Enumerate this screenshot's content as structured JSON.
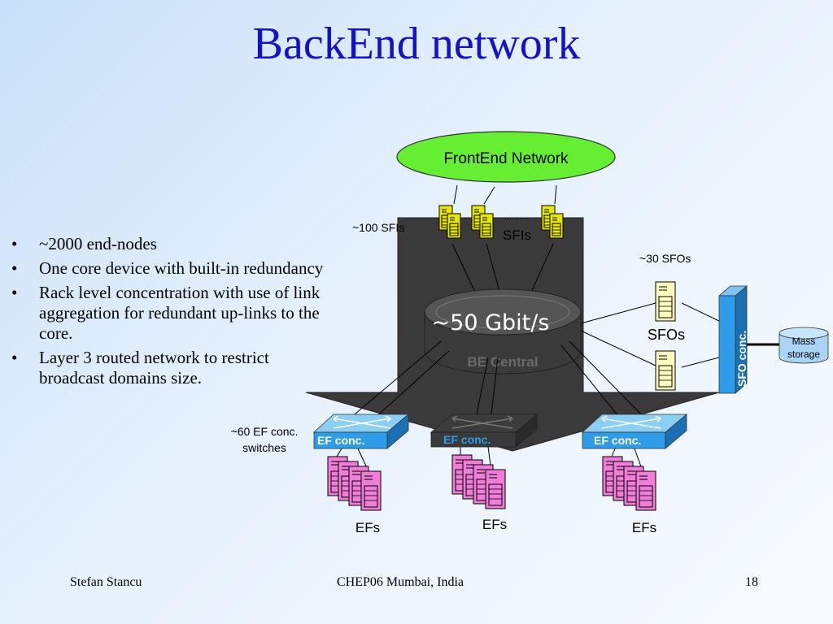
{
  "title": "BackEnd network",
  "bullets": [
    {
      "marker": "•",
      "text": "~2000 end-nodes"
    },
    {
      "marker": "•",
      "text": "One core device with built-in redundancy"
    },
    {
      "marker": "•",
      "text": "Rack level concentration with use of link aggregation for redundant up-links to the core."
    },
    {
      "marker": "•",
      "text": "Layer 3 routed network to restrict broadcast domains size."
    }
  ],
  "diagram": {
    "frontend_label": "FrontEnd Network",
    "sfi_count_label": "~100 SFIs",
    "sfi_dots": "..........",
    "sfi_label": "SFIs",
    "bandwidth_label": "~50 Gbit/s",
    "core_label": "BE Central",
    "sfo_count_label": "~30 SFOs",
    "sfo_label": "SFOs",
    "sfo_conc_label": "SFO conc.",
    "mass_storage_line1": "Mass",
    "mass_storage_line2": "storage",
    "ef_conc_count_line1": "~60 EF conc.",
    "ef_conc_count_line2": "switches",
    "ef_conc_label": "EF conc.",
    "ef_label": "EFs"
  },
  "colors": {
    "title": "#1212c8",
    "frontend": "#66ee33",
    "sfi_server": "#e6e600",
    "sfo_server": "#ffffc0",
    "ef_server": "#f07ed8",
    "switch": "#2f9ce8",
    "core": "#404040",
    "arrow": "#3a3a3a"
  },
  "footer": {
    "author": "Stefan Stancu",
    "event": "CHEP06 Mumbai, India",
    "page": "18"
  }
}
